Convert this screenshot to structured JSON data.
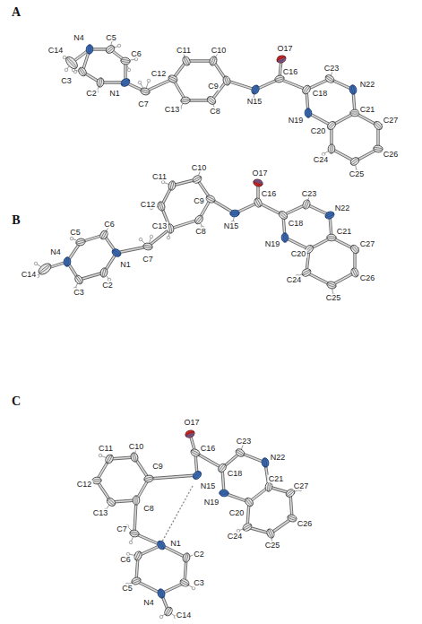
{
  "diagram": {
    "labels": [
      "A",
      "C14",
      "N4",
      "C5",
      "C6",
      "C3",
      "C2",
      "N1",
      "C7",
      "C11",
      "C10",
      "O17",
      "C12",
      "C9",
      "N15",
      "C16",
      "C23",
      "N22",
      "C18",
      "C13",
      "C8",
      "N19",
      "C20",
      "C21",
      "C27",
      "C24",
      "C25",
      "C26",
      "B",
      "C11",
      "C10",
      "O17",
      "C16",
      "C23",
      "N22",
      "C9",
      "C12",
      "C6",
      "C5",
      "N1",
      "C13",
      "C8",
      "N15",
      "C18",
      "N19",
      "C20",
      "C21",
      "C27",
      "N4",
      "C14",
      "C7",
      "C3",
      "C2",
      "C24",
      "C25",
      "C26",
      "C",
      "O17",
      "C16",
      "C10",
      "C11",
      "C9",
      "C23",
      "N22",
      "C18",
      "C12",
      "C13",
      "C8",
      "N15",
      "N19",
      "C20",
      "C21",
      "C27",
      "C7",
      "N1",
      "C2",
      "C24",
      "C26",
      "C25",
      "C6",
      "C5",
      "C3",
      "N4",
      "C14"
    ]
  }
}
